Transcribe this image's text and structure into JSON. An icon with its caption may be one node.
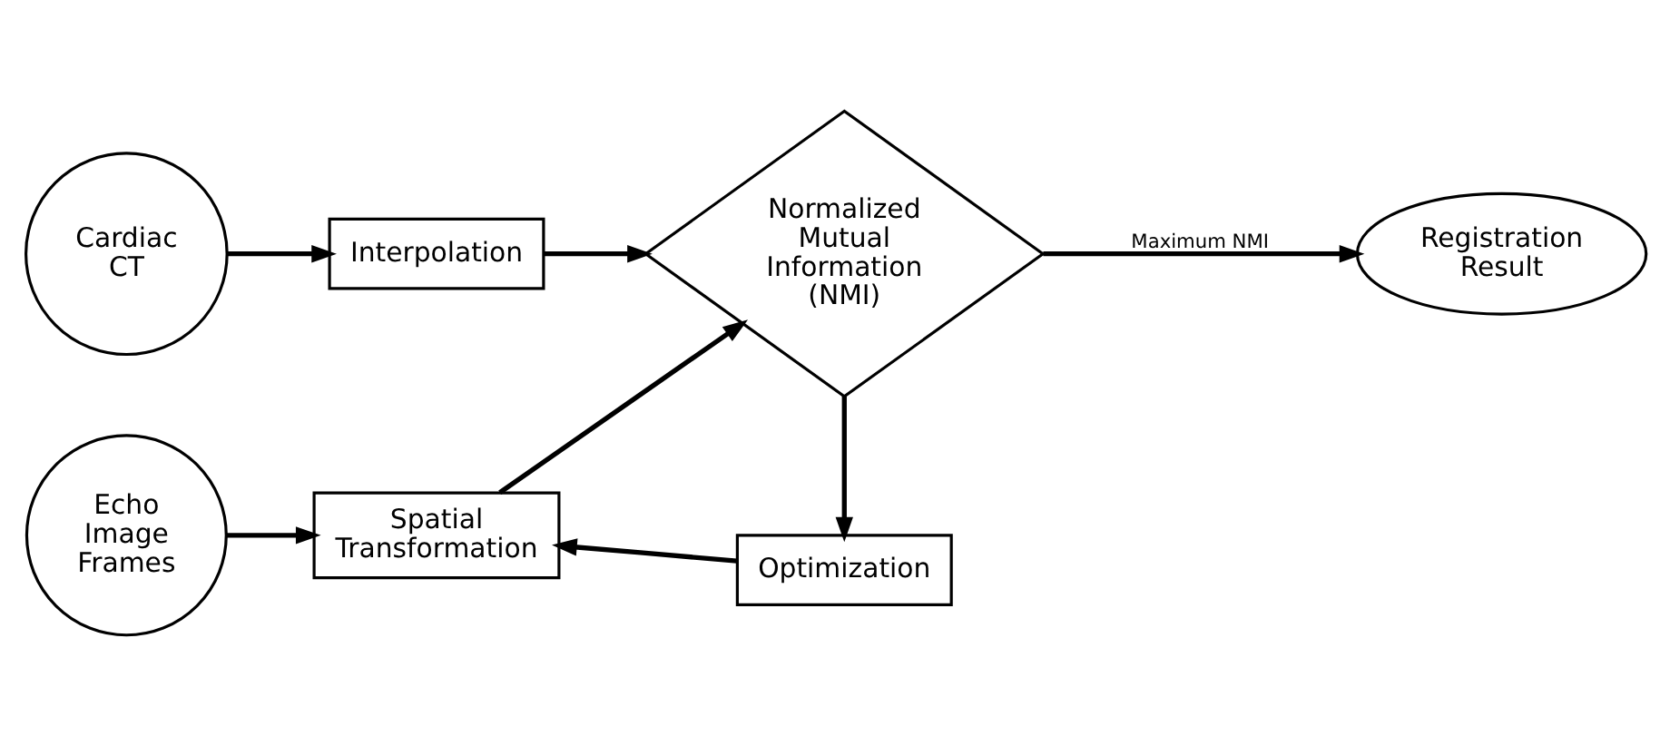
{
  "diagram": {
    "nodes": [
      {
        "text": [
          "Cardiac CT"
        ]
      },
      {
        "text": [
          "Interpolation"
        ]
      },
      {
        "text": [
          "Echo Image Frames"
        ]
      },
      {
        "text": [
          "Spatial Transformation"
        ]
      },
      {
        "text": [
          "Normalized Mutual Information (NMI)"
        ]
      },
      {
        "text": [
          "Registration Result"
        ]
      },
      {
        "text": [
          "Optimization"
        ]
      }
    ],
    "edges": [
      {
        "from": 0,
        "to": 1,
        "arrow": "to"
      },
      {
        "from": 1,
        "to": 4,
        "arrow": "to"
      },
      {
        "from": 2,
        "to": 3,
        "arrow": "to"
      },
      {
        "from": 3,
        "to": 4,
        "arrow": "to"
      },
      {
        "from": 4,
        "to": 5,
        "arrow": "to",
        "label": "Maximum NMI"
      },
      {
        "from": 4,
        "to": 6,
        "arrow": "to"
      },
      {
        "from": 6,
        "to": 3,
        "arrow": "to"
      }
    ]
  }
}
